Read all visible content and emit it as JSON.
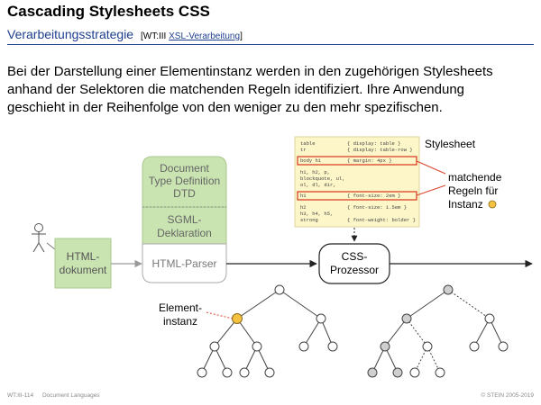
{
  "slide": {
    "title": "Cascading Stylesheets CSS",
    "subtitle": "Verarbeitungsstrategie",
    "ref_prefix": "[WT:III",
    "ref_link": "XSL-Verarbeitung",
    "ref_suffix": "]",
    "paragraph_lines": [
      "Bei der Darstellung einer Elementinstanz werden in den zugehörigen Stylesheets",
      "anhand der Selektoren die matchenden Regeln identifiziert. Ihre Anwendung",
      "geschieht in der Reihenfolge von den weniger zu den mehr spezifischen."
    ]
  },
  "diagram": {
    "html_doc_lines": [
      "HTML-",
      "dokument"
    ],
    "dtd_lines": [
      "Document",
      "Type Definition",
      "DTD"
    ],
    "sgml_lines": [
      "SGML-",
      "Deklaration"
    ],
    "parser_label": "HTML-Parser",
    "css_lines": [
      "CSS-",
      "Prozessor"
    ],
    "stylesheet_label": "Stylesheet",
    "matching_lines": [
      "matchende",
      "Regeln für",
      "Instanz"
    ],
    "element_lines": [
      "Element-",
      "instanz"
    ],
    "stylesheet_rows": [
      {
        "sel": "table",
        "decl": "{ display: table }"
      },
      {
        "sel": "tr",
        "decl": "{ display: table-row }"
      },
      {
        "sel": "body h1",
        "decl": "{ margin: 4px }"
      },
      {
        "sel": "h1, h2, p,",
        "decl": ""
      },
      {
        "sel": "blockquote, ul,",
        "decl": ""
      },
      {
        "sel": "ol, dl, dir,",
        "decl": ""
      },
      {
        "sel": "h1",
        "decl": "{ font-size: 2em }"
      },
      {
        "sel": "h2",
        "decl": "{ font-size: 1.5em }"
      },
      {
        "sel": "h3, h4, h5,",
        "decl": ""
      },
      {
        "sel": "strong",
        "decl": "{ font-weight: bolder }"
      }
    ],
    "colors": {
      "green_fill": "#c9e3b1",
      "green_border": "#a9c98f",
      "stylesheet_bg": "#fdf6c8",
      "highlight_border": "#d9442b",
      "instance_dot": "#f5c242",
      "gray_node": "#cfcfcf"
    },
    "icons": [
      "person-icon"
    ]
  },
  "footer": {
    "left_code": "WT:III-114",
    "left_title": "Document Languages",
    "right": "© STEIN 2005-2019"
  }
}
